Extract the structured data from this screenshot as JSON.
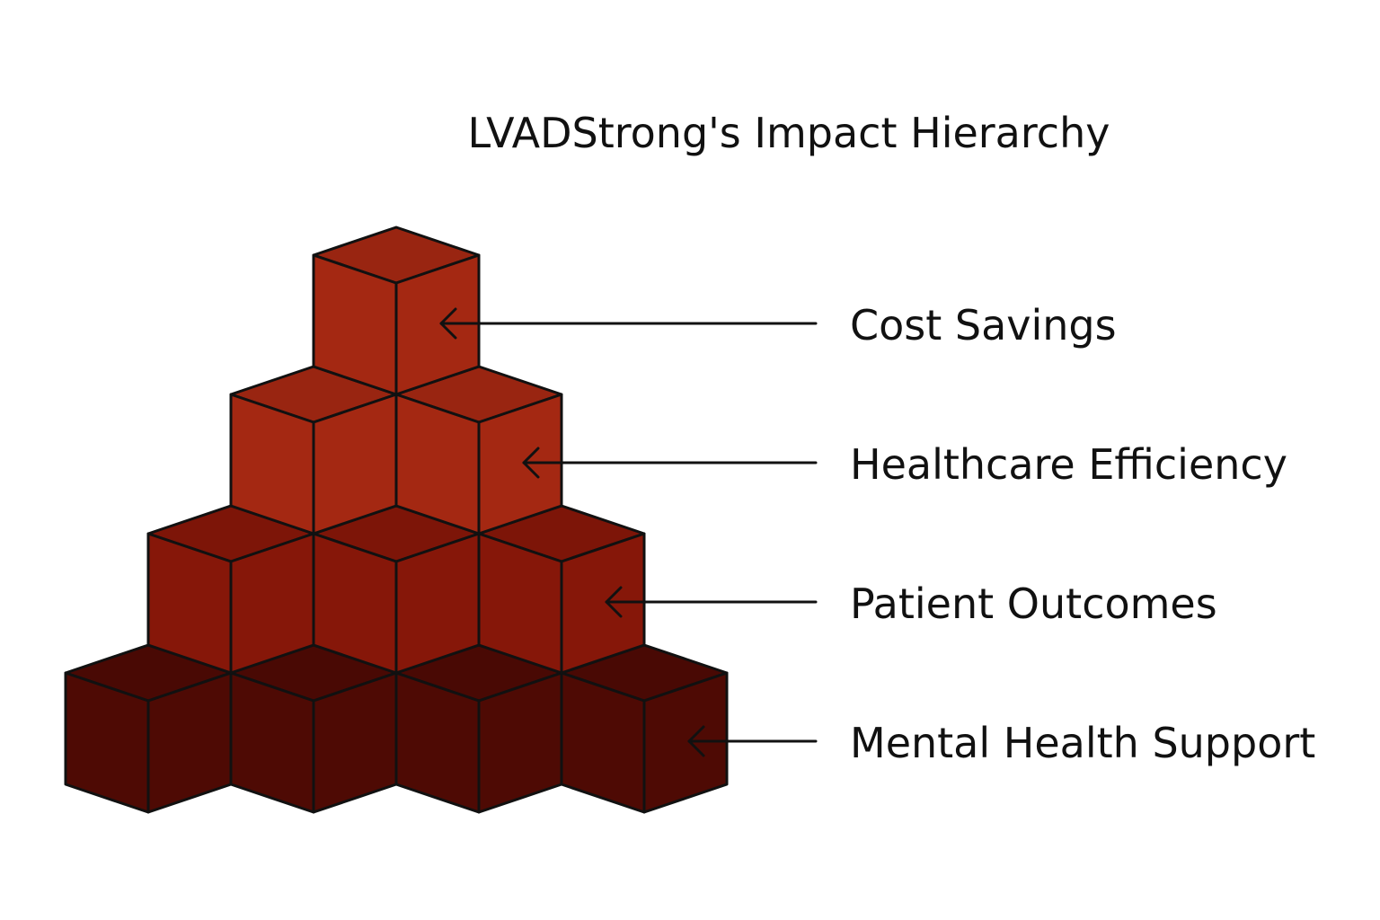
{
  "title": "LVADStrong's Impact Hierarchy",
  "levels": [
    {
      "label": "Cost Savings",
      "cubes": 1,
      "color": "#a42812"
    },
    {
      "label": "Healthcare Efficiency",
      "cubes": 2,
      "color": "#a42812"
    },
    {
      "label": "Patient Outcomes",
      "cubes": 3,
      "color": "#861709"
    },
    {
      "label": "Mental Health Support",
      "cubes": 4,
      "color": "#4e0a04"
    }
  ],
  "colors": {
    "text": "#111111",
    "outline": "#111111",
    "background": "#ffffff"
  }
}
